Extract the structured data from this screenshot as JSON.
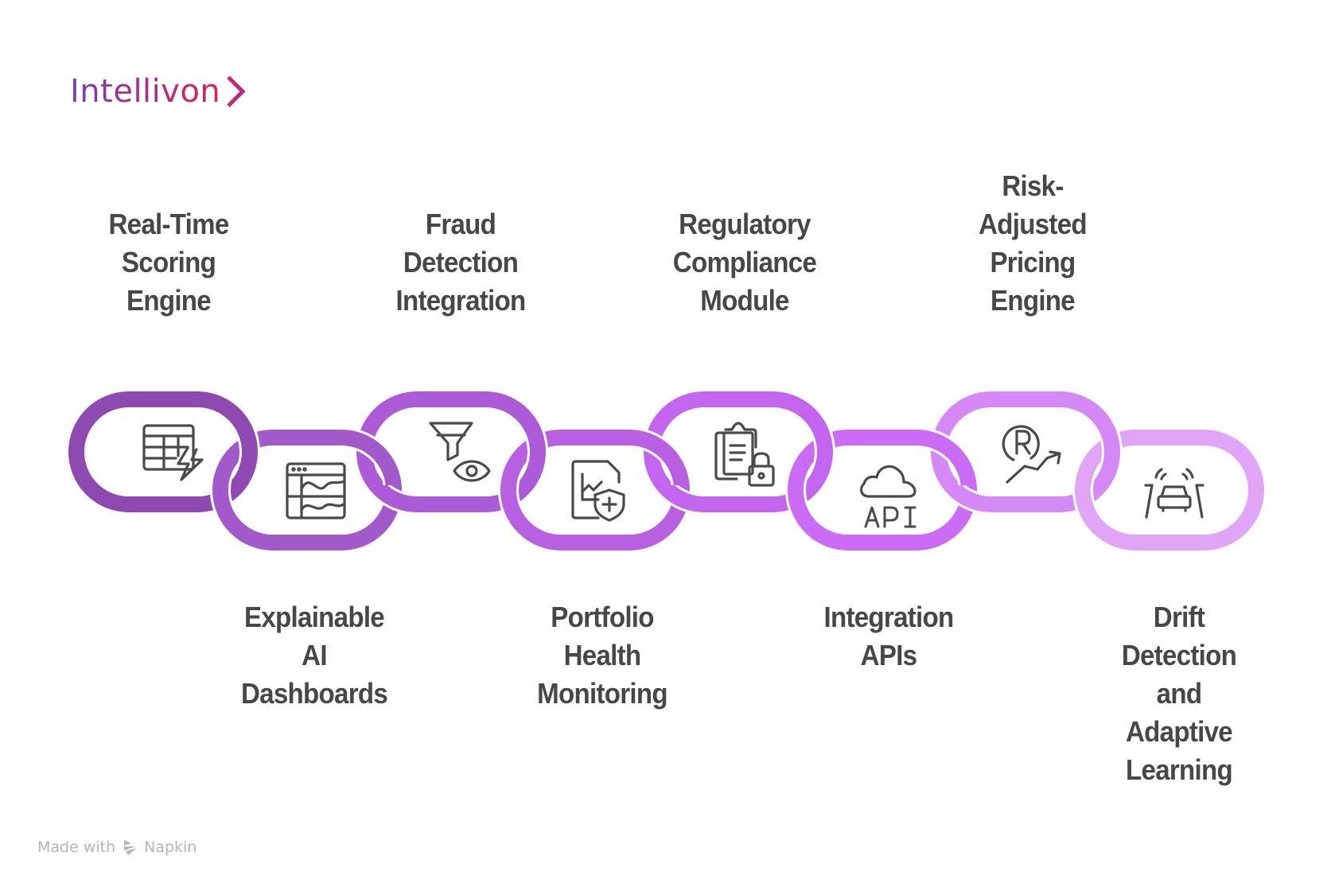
{
  "logo": {
    "text": "Intellivon",
    "icon": "chevron-right-icon"
  },
  "colors": {
    "link_1": "#8e4ab1",
    "link_2": "#a259c9",
    "link_3": "#ad5ad8",
    "link_4": "#b85fe2",
    "link_5": "#c365ee",
    "link_6": "#cb6cf6",
    "link_7": "#d688f7",
    "link_8": "#e1a5f8",
    "icon": "#4a4a4a",
    "label": "#474747"
  },
  "items": [
    {
      "lines": [
        "Real-Time",
        "Scoring",
        "Engine"
      ],
      "icon": "table-lightning-icon",
      "position": "top"
    },
    {
      "lines": [
        "Explainable",
        "AI",
        "Dashboards"
      ],
      "icon": "dashboard-window-icon",
      "position": "bottom"
    },
    {
      "lines": [
        "Fraud",
        "Detection",
        "Integration"
      ],
      "icon": "funnel-eye-icon",
      "position": "top"
    },
    {
      "lines": [
        "Portfolio",
        "Health",
        "Monitoring"
      ],
      "icon": "chart-document-shield-icon",
      "position": "bottom"
    },
    {
      "lines": [
        "Regulatory",
        "Compliance",
        "Module"
      ],
      "icon": "clipboard-lock-icon",
      "position": "top"
    },
    {
      "lines": [
        "Integration",
        "APIs"
      ],
      "icon": "cloud-api-icon",
      "position": "bottom"
    },
    {
      "lines": [
        "Risk-",
        "Adjusted",
        "Pricing",
        "Engine"
      ],
      "icon": "rupee-trend-up-icon",
      "position": "top"
    },
    {
      "lines": [
        "Drift",
        "Detection",
        "and",
        "Adaptive",
        "Learning"
      ],
      "icon": "car-lane-sensor-icon",
      "position": "bottom"
    }
  ],
  "footer": {
    "made_with": "Made with",
    "brand": "Napkin",
    "icon": "napkin-logo-icon"
  }
}
